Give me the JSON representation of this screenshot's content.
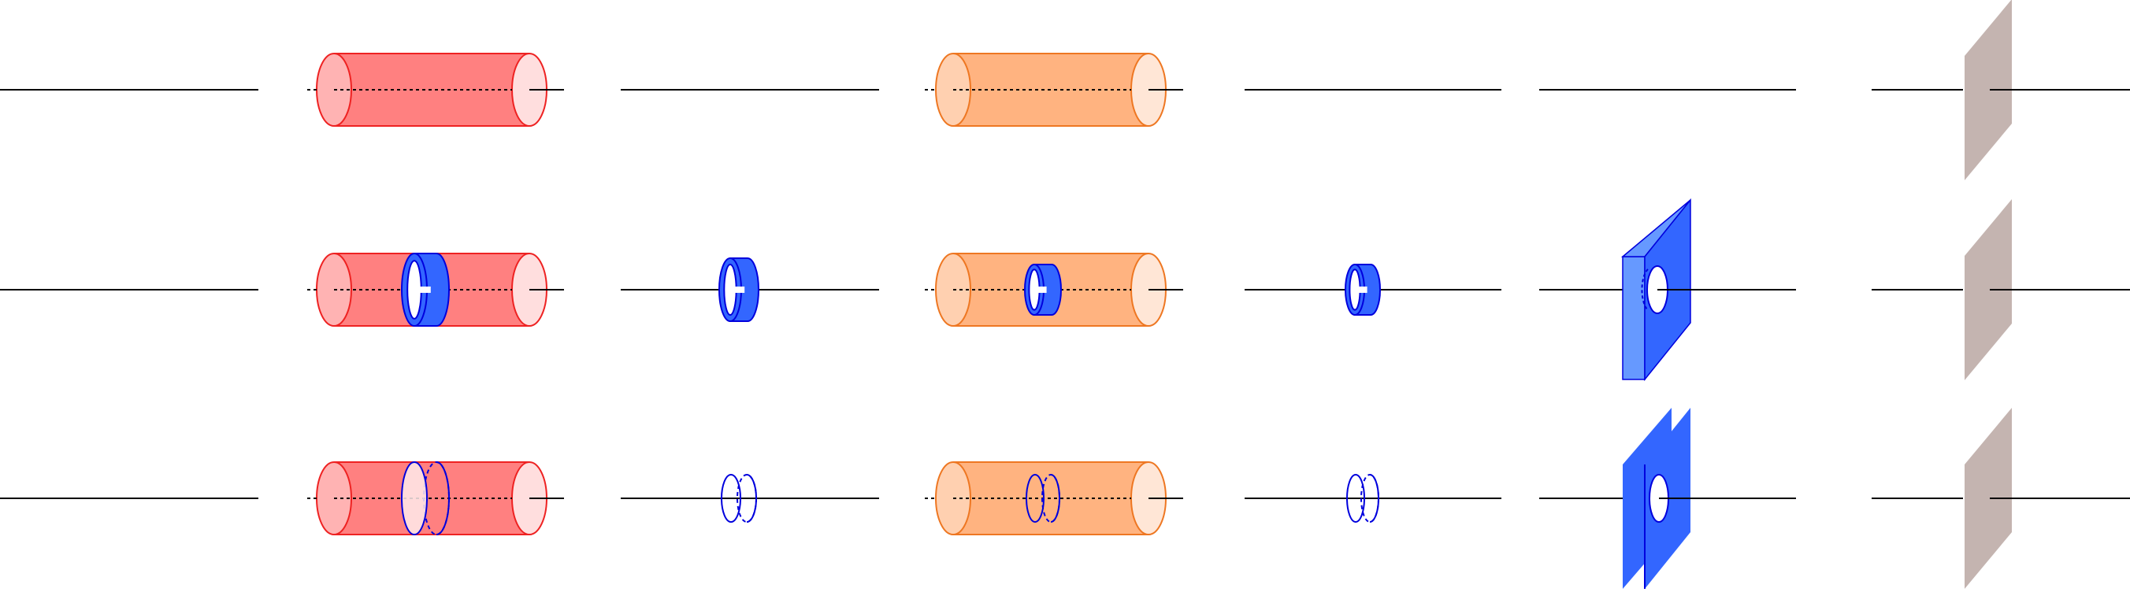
{
  "colors": {
    "line": "#000000",
    "red_fill": "#ff8080",
    "red_cap_left": "#ffb3b3",
    "red_cap_right": "#ffdede",
    "red_stroke": "#ee2222",
    "orange_fill": "#ffb380",
    "orange_cap_left": "#ffd0b0",
    "orange_cap_right": "#ffe6d6",
    "orange_stroke": "#ee7722",
    "blue_fill": "#3366ff",
    "blue_light": "#6699ff",
    "blue_stroke": "#0000dd",
    "plate_brown": "#c4b4b0"
  },
  "icons": {
    "cylinder_red": "red-cylinder-icon",
    "cylinder_orange": "orange-cylinder-icon",
    "ring_solid": "solid-ring-icon",
    "ring_outline": "outline-ring-icon",
    "plate_blue": "blue-plate-icon",
    "plate_brown": "brown-plate-icon"
  },
  "rows": [
    {
      "id": "top",
      "cylinder_ring": "none",
      "ring_segment": "none",
      "blue_plate": "none"
    },
    {
      "id": "middle",
      "cylinder_ring": "solid",
      "ring_segment": "solid",
      "blue_plate": "single"
    },
    {
      "id": "bottom",
      "cylinder_ring": "outline",
      "ring_segment": "outline",
      "blue_plate": "double"
    }
  ]
}
